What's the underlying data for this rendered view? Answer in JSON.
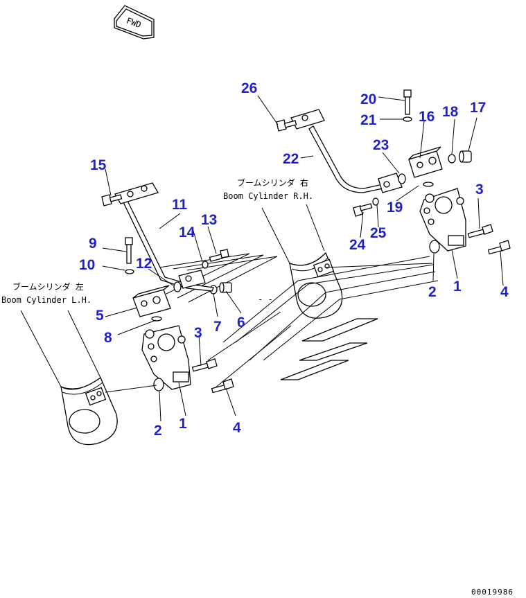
{
  "fwd_label": "FWD",
  "labels": {
    "boom_rh_jp": "ブームシリンダ 右",
    "boom_rh_en": "Boom Cylinder R.H.",
    "boom_lh_jp": "ブームシリンダ 左",
    "boom_lh_en": "Boom Cylinder L.H."
  },
  "drawing_code": "00019986",
  "callouts": [
    "1",
    "2",
    "3",
    "4",
    "5",
    "6",
    "7",
    "8",
    "9",
    "10",
    "11",
    "12",
    "13",
    "14",
    "15",
    "16",
    "17",
    "18",
    "19",
    "20",
    "21",
    "22",
    "23",
    "24",
    "25",
    "26"
  ],
  "colors": {
    "callout": "#1e1ed2",
    "line": "#000000"
  }
}
